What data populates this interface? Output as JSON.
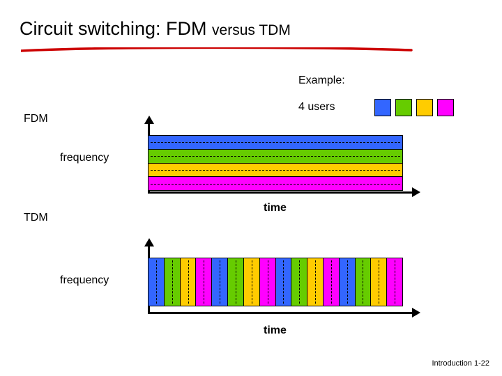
{
  "slide": {
    "title": {
      "main": "Circuit switching: FDM ",
      "suffix_small": "versus TDM",
      "underline_color": "#cc0000"
    },
    "footer": "Introduction 1-22"
  },
  "labels": {
    "fdm": "FDM",
    "tdm": "TDM",
    "frequency_axis_fdm": "frequency",
    "frequency_axis_tdm": "frequency",
    "time_axis_fdm": "time",
    "time_axis_tdm": "time",
    "example": "Example:",
    "users": "4 users"
  },
  "legend": {
    "colors": [
      "#3366ff",
      "#66cc00",
      "#ffcc00",
      "#ff00ff"
    ]
  },
  "diagram": {
    "fdm": {
      "type": "frequency-division-multiplexing",
      "bands": [
        "#3366ff",
        "#66cc00",
        "#ffcc00",
        "#ff00ff"
      ]
    },
    "tdm": {
      "type": "time-division-multiplexing",
      "slots": [
        "#3366ff",
        "#66cc00",
        "#ffcc00",
        "#ff00ff",
        "#3366ff",
        "#66cc00",
        "#ffcc00",
        "#ff00ff",
        "#3366ff",
        "#66cc00",
        "#ffcc00",
        "#ff00ff",
        "#3366ff",
        "#66cc00",
        "#ffcc00",
        "#ff00ff"
      ]
    }
  }
}
